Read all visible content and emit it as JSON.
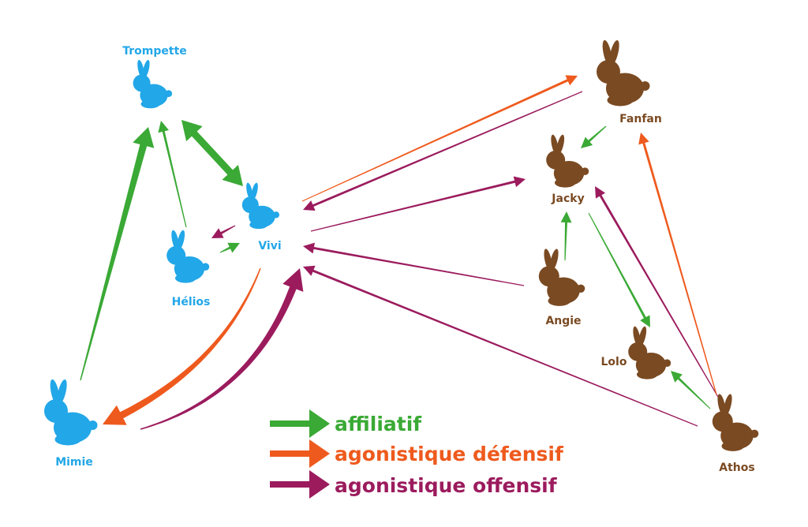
{
  "colors": {
    "blue": "#22a7e8",
    "brown": "#7a4a22",
    "affiliatif": "#3aa935",
    "defensif": "#ee5a1d",
    "offensif": "#9b1b5d"
  },
  "rabbits": {
    "trompette": {
      "name": "Trompette",
      "group": "blue",
      "icon": "rabbit-icon"
    },
    "vivi": {
      "name": "Vivi",
      "group": "blue",
      "icon": "rabbit-icon"
    },
    "helios": {
      "name": "Hélios",
      "group": "blue",
      "icon": "rabbit-icon"
    },
    "mimie": {
      "name": "Mimie",
      "group": "blue",
      "icon": "rabbit-icon"
    },
    "fanfan": {
      "name": "Fanfan",
      "group": "brown",
      "icon": "rabbit-icon"
    },
    "jacky": {
      "name": "Jacky",
      "group": "brown",
      "icon": "rabbit-icon"
    },
    "angie": {
      "name": "Angie",
      "group": "brown",
      "icon": "rabbit-icon"
    },
    "lolo": {
      "name": "Lolo",
      "group": "brown",
      "icon": "rabbit-icon"
    },
    "athos": {
      "name": "Athos",
      "group": "brown",
      "icon": "rabbit-icon"
    }
  },
  "relations": [
    {
      "from": "Mimie",
      "to": "Trompette",
      "type": "affiliatif",
      "strength": "strong"
    },
    {
      "from": "Hélios",
      "to": "Trompette",
      "type": "affiliatif",
      "strength": "weak"
    },
    {
      "from": "Trompette",
      "to": "Vivi",
      "type": "affiliatif",
      "strength": "strong",
      "bidirectional": true
    },
    {
      "from": "Hélios",
      "to": "Vivi",
      "type": "affiliatif",
      "strength": "weak"
    },
    {
      "from": "Vivi",
      "to": "Hélios",
      "type": "agonistique offensif",
      "strength": "weak"
    },
    {
      "from": "Vivi",
      "to": "Mimie",
      "type": "agonistique défensif",
      "strength": "strong"
    },
    {
      "from": "Mimie",
      "to": "Vivi",
      "type": "agonistique offensif",
      "strength": "strong"
    },
    {
      "from": "Vivi",
      "to": "Fanfan",
      "type": "agonistique défensif",
      "strength": "weak"
    },
    {
      "from": "Fanfan",
      "to": "Vivi",
      "type": "agonistique offensif",
      "strength": "weak"
    },
    {
      "from": "Vivi",
      "to": "Jacky",
      "type": "agonistique offensif",
      "strength": "weak"
    },
    {
      "from": "Angie",
      "to": "Vivi",
      "type": "agonistique offensif",
      "strength": "weak"
    },
    {
      "from": "Athos",
      "to": "Vivi",
      "type": "agonistique offensif",
      "strength": "weak"
    },
    {
      "from": "Fanfan",
      "to": "Jacky",
      "type": "affiliatif",
      "strength": "weak"
    },
    {
      "from": "Angie",
      "to": "Jacky",
      "type": "affiliatif",
      "strength": "weak"
    },
    {
      "from": "Jacky",
      "to": "Lolo",
      "type": "affiliatif",
      "strength": "weak"
    },
    {
      "from": "Athos",
      "to": "Lolo",
      "type": "affiliatif",
      "strength": "weak"
    },
    {
      "from": "Athos",
      "to": "Jacky",
      "type": "agonistique offensif",
      "strength": "weak"
    },
    {
      "from": "Athos",
      "to": "Fanfan",
      "type": "agonistique défensif",
      "strength": "weak"
    }
  ],
  "legend": {
    "affiliatif": "affiliatif",
    "defensif": "agonistique défensif",
    "offensif": "agonistique offensif"
  }
}
